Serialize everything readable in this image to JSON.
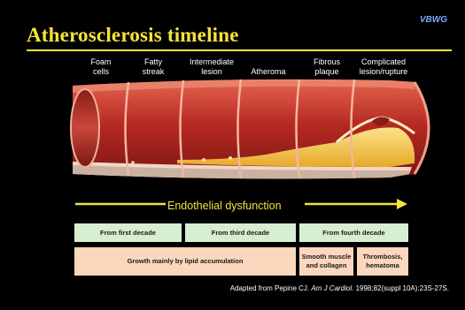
{
  "header": {
    "org": "VBWG",
    "title": "Atherosclerosis timeline"
  },
  "stages": [
    {
      "label": "Foam\ncells"
    },
    {
      "label": "Fatty\nstreak"
    },
    {
      "label": "Intermediate\nlesion"
    },
    {
      "label": "Atheroma"
    },
    {
      "label": "Fibrous\nplaque"
    },
    {
      "label": "Complicated\nlesion/rupture"
    }
  ],
  "dysfunction": {
    "label": "Endothelial dysfunction",
    "color": "#f3e33a"
  },
  "onset": [
    {
      "label": "From first decade"
    },
    {
      "label": "From third decade"
    },
    {
      "label": "From fourth decade"
    }
  ],
  "growth": [
    {
      "label": "Growth mainly by lipid accumulation"
    },
    {
      "label": "Smooth muscle\nand collagen"
    },
    {
      "label": "Thrombosis,\nhematoma"
    }
  ],
  "citation": {
    "prefix": "Adapted from Pepine CJ. ",
    "journal": "Am J Cardiol.",
    "suffix": " 1998;82(suppl 10A):23S-27S."
  },
  "colors": {
    "background": "#000000",
    "title": "#f3e33a",
    "onset_box": "#d7eed0",
    "growth_box": "#fbd7bd",
    "artery_wall": "#c8392e",
    "plaque": "#f0c23a"
  }
}
